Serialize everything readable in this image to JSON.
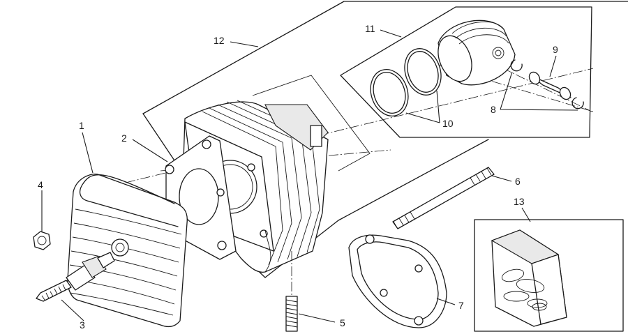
{
  "callouts": {
    "c1": "1",
    "c2": "2",
    "c3": "3",
    "c4": "4",
    "c5": "5",
    "c6": "6",
    "c7": "7",
    "c8": "8",
    "c9": "9",
    "c10": "10",
    "c11": "11",
    "c12": "12",
    "c13": "13"
  },
  "parts": [
    {
      "ref": "1",
      "part": "cylinder-head"
    },
    {
      "ref": "2",
      "part": "head-gasket"
    },
    {
      "ref": "3",
      "part": "spark-plug"
    },
    {
      "ref": "4",
      "part": "nut"
    },
    {
      "ref": "5",
      "part": "stud-short"
    },
    {
      "ref": "6",
      "part": "stud-long"
    },
    {
      "ref": "7",
      "part": "base-gasket"
    },
    {
      "ref": "8",
      "part": "circlip"
    },
    {
      "ref": "9",
      "part": "piston-pin"
    },
    {
      "ref": "10",
      "part": "piston-rings"
    },
    {
      "ref": "11",
      "part": "piston"
    },
    {
      "ref": "12",
      "part": "cylinder-piston-assembly"
    },
    {
      "ref": "13",
      "part": "gasket-kit"
    }
  ]
}
